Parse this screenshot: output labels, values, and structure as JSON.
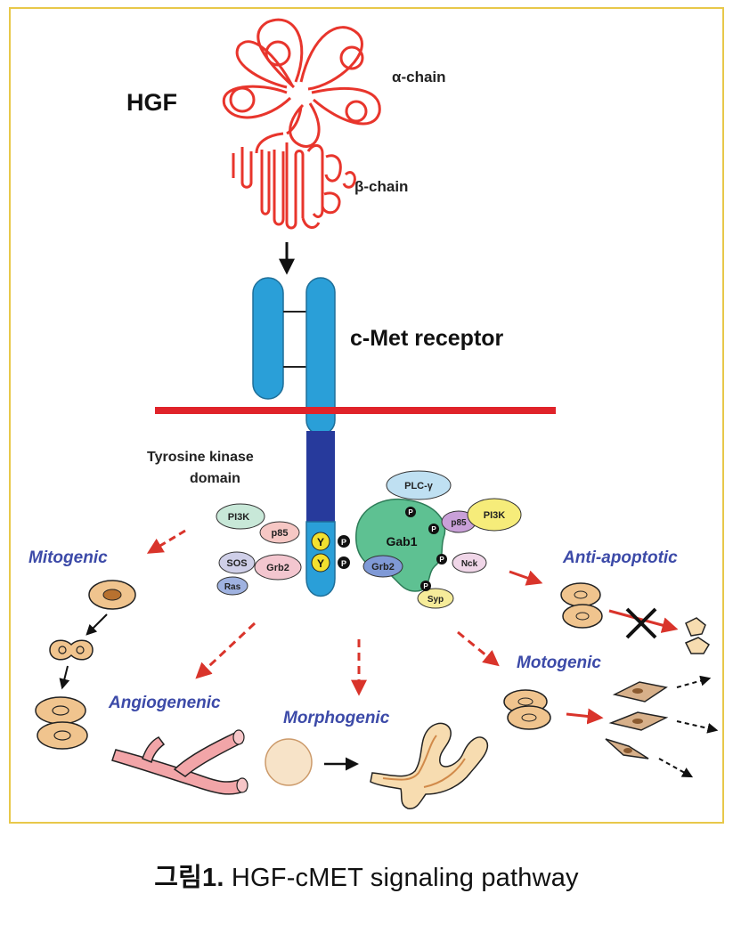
{
  "diagram": {
    "hgf_label": "HGF",
    "alpha_chain_label": "α-chain",
    "beta_chain_label": "β-chain",
    "receptor_label": "c-Met receptor",
    "kinase_label_line1": "Tyrosine kinase",
    "kinase_label_line2": "domain",
    "tyrosine_residue": "Y",
    "phospho": "P",
    "adaptor_proteins": {
      "pi3k": "PI3K",
      "p85": "p85",
      "sos": "SOS",
      "grb2": "Grb2",
      "ras": "Ras",
      "plc": "PLC-γ",
      "gab1": "Gab1",
      "nck": "Nck",
      "syp": "Syp"
    },
    "outcomes": {
      "mitogenic": "Mitogenic",
      "anti_apoptotic": "Anti-apoptotic",
      "angiogenic": "Angiogenenic",
      "morphogenic": "Morphogenic",
      "motogenic": "Motogenic"
    }
  },
  "caption": {
    "number": "그림1.",
    "text": "HGF-cMET signaling pathway"
  },
  "colors": {
    "border": "#e8c84a",
    "hgf": "#e8352c",
    "receptor": "#2a9fd8",
    "kinase": "#273a9c",
    "membrane": "#e0232a",
    "outcome_text": "#3c4aa8",
    "arrow_red": "#d9342b",
    "gab1": "#5ec192",
    "tyrosine": "#f2e02f"
  }
}
